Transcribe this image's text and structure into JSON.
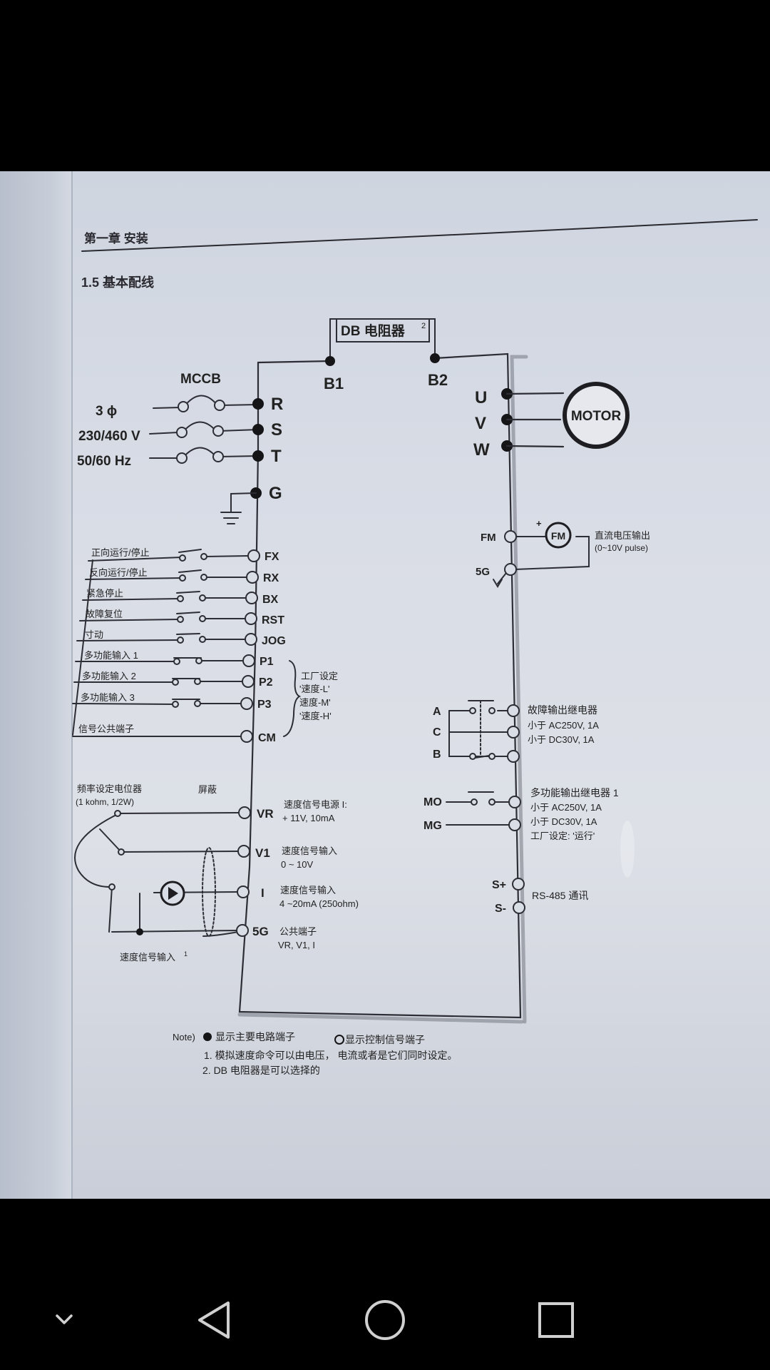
{
  "page": {
    "chapter_header": "第一章 安装",
    "section_title": "1.5 基本配线"
  },
  "diagram": {
    "db_label": "DB 电阻器",
    "db_superscript": "2",
    "terminal_b1": "B1",
    "terminal_b2": "B2",
    "mccb": "MCCB",
    "supply_phase": "3 ϕ",
    "supply_voltage": "230/460 V",
    "supply_freq": "50/60 Hz",
    "terminal_r": "R",
    "terminal_s": "S",
    "terminal_t": "T",
    "terminal_g": "G",
    "terminal_u": "U",
    "terminal_v": "V",
    "terminal_w": "W",
    "motor": "MOTOR",
    "fm_left": "FM",
    "fm_circle": "FM",
    "fm_plus": "+",
    "fm_5g": "5G",
    "fm_desc_1": "直流电压输出",
    "fm_desc_2": "(0~10V pulse)",
    "inputs": [
      {
        "label": "正向运行/停止",
        "terminal": "FX"
      },
      {
        "label": "反向运行/停止",
        "terminal": "RX"
      },
      {
        "label": "紧急停止",
        "terminal": "BX"
      },
      {
        "label": "故障复位",
        "terminal": "RST"
      },
      {
        "label": "寸动",
        "terminal": "JOG"
      },
      {
        "label": "多功能输入 1",
        "terminal": "P1"
      },
      {
        "label": "多功能输入 2",
        "terminal": "P2"
      },
      {
        "label": "多功能输入 3",
        "terminal": "P3"
      },
      {
        "label": "信号公共端子",
        "terminal": "CM"
      }
    ],
    "factory_1": "工厂设定",
    "factory_2": "'速度-L'",
    "factory_3": "速度-M'",
    "factory_4": "'速度-H'",
    "relay_a": "A",
    "relay_c": "C",
    "relay_b": "B",
    "relay_desc_1": "故障输出继电器",
    "relay_desc_2": "小于 AC250V, 1A",
    "relay_desc_3": "小于 DC30V, 1A",
    "mo": "MO",
    "mg": "MG",
    "mo_desc_1": "多功能输出继电器 1",
    "mo_desc_2": "小于 AC250V, 1A",
    "mo_desc_3": "小于 DC30V, 1A",
    "mo_desc_4": "工厂设定: '运行'",
    "s_plus": "S+",
    "s_minus": "S-",
    "rs485": "RS-485 通讯",
    "pot_1": "频率设定电位器",
    "pot_2": "(1 kohm, 1/2W)",
    "shield": "屏蔽",
    "vr": "VR",
    "vr_desc_1": "速度信号电源 I:",
    "vr_desc_2": "+ 11V,  10mA",
    "v1": "V1",
    "v1_desc_1": "速度信号输入",
    "v1_desc_2": "0 ~ 10V",
    "i": "I",
    "i_desc_1": "速度信号输入",
    "i_desc_2": "4 ~20mA (250ohm)",
    "g5": "5G",
    "g5_desc_1": "公共端子",
    "g5_desc_2": "VR, V1, I",
    "speed_input": "速度信号输入",
    "speed_input_sup": "1",
    "note_head": "Note)",
    "note_main": "显示主要电路端子",
    "note_ctrl": "显示控制信号端子",
    "note_1": "1.  模拟速度命令可以由电压，  电流或者是它们同时设定。",
    "note_2": "2.  DB 电阻器是可以选择的"
  },
  "navbar": {
    "icons": [
      "chevron-down-icon",
      "back-icon",
      "home-icon",
      "recents-icon"
    ]
  }
}
